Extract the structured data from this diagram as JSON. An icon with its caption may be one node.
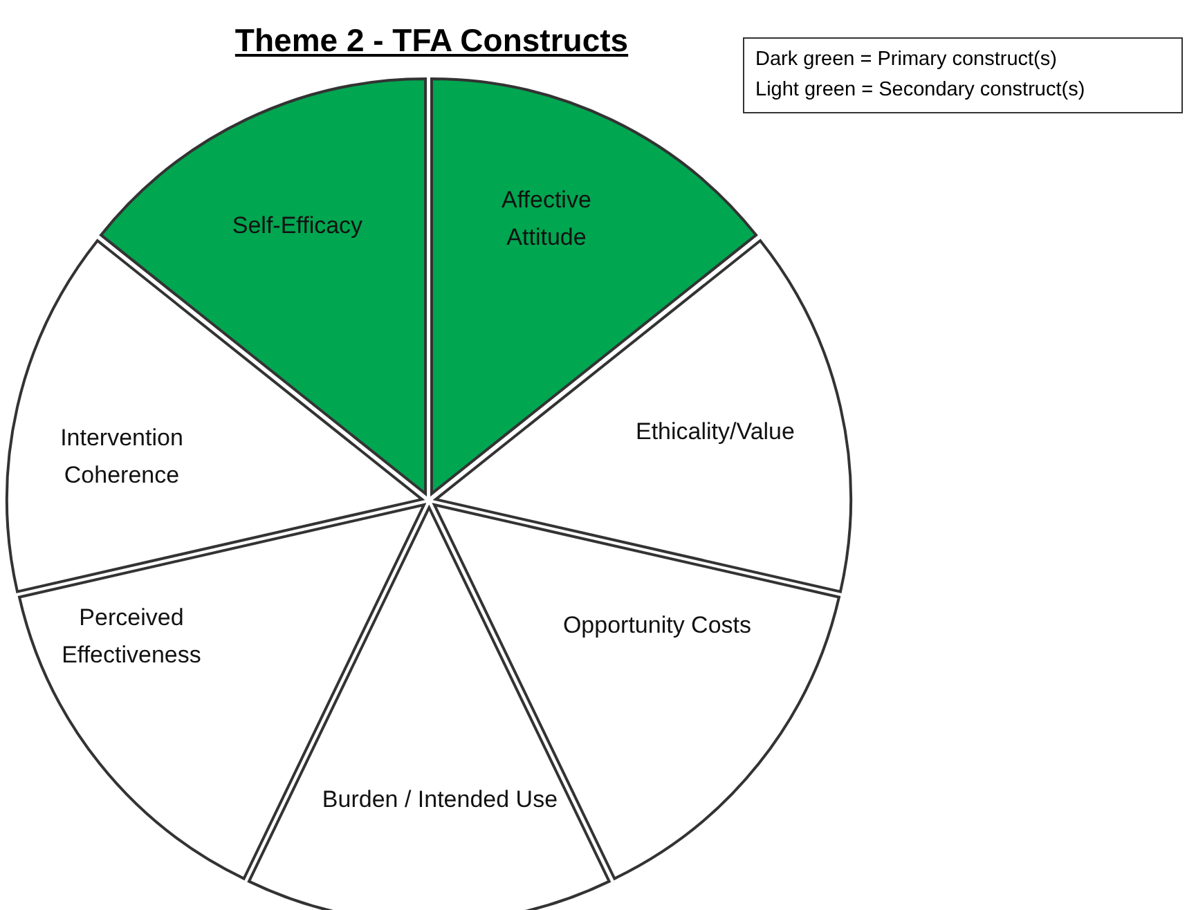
{
  "diagram": {
    "title": "Theme 2 - TFA Constructs",
    "nodes": [
      {
        "text": [
          "Self-Efficacy"
        ]
      },
      {
        "text": [
          "Affective Attitude"
        ]
      },
      {
        "text": [
          "Intervention Coherence"
        ]
      },
      {
        "text": [
          "Ethicality/Value"
        ]
      },
      {
        "text": [
          "Perceived Effectiveness"
        ]
      },
      {
        "text": [
          "Opportunity Costs"
        ]
      },
      {
        "text": [
          "Burden / Intended Use"
        ]
      }
    ],
    "labels": [
      "Dark green = Primary construct(s)",
      "Light green = Secondary construct(s)"
    ]
  }
}
